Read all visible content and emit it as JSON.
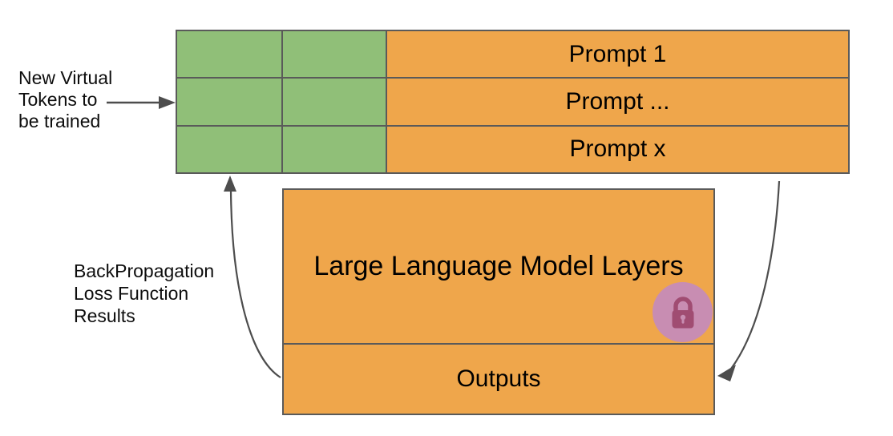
{
  "colors": {
    "token_green": "#90bf78",
    "box_orange": "#efa64b",
    "border_gray": "#5a5a5a",
    "arrow_gray": "#4d4d4d",
    "lock_circle_pink": "#c88db2",
    "lock_glyph_maroon": "#a04c72",
    "text_black": "#000000"
  },
  "token_table": {
    "rows": [
      {
        "prompt_label": "Prompt 1"
      },
      {
        "prompt_label": "Prompt ..."
      },
      {
        "prompt_label": "Prompt x"
      }
    ]
  },
  "model": {
    "layers_label": "Large Language Model Layers",
    "outputs_label": "Outputs"
  },
  "annotations": {
    "virtual_tokens": {
      "lines": [
        "New Virtual",
        "Tokens to",
        "be trained"
      ]
    },
    "backpropagation": {
      "lines": [
        "BackPropagation",
        "Loss Function",
        "Results"
      ]
    }
  },
  "icons": {
    "lock": "lock-icon"
  }
}
